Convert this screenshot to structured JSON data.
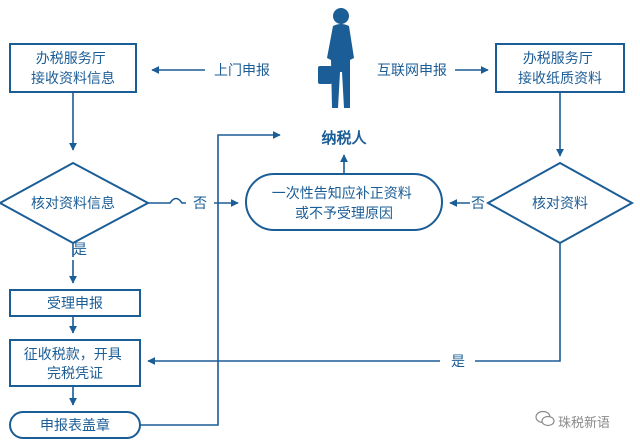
{
  "diagram": {
    "colors": {
      "primary": "#1b5d96",
      "fill": "#ffffff",
      "watermark": "#8a8a8a"
    },
    "icons": {
      "person": "taxpayer-silhouette-icon",
      "watermark": "wechat-icon"
    },
    "nodes": {
      "office_receive_info": [
        "办税服务厅",
        "接收资料信息"
      ],
      "office_receive_paper": [
        "办税服务厅",
        "接收纸质资料"
      ],
      "check_info": "核对资料信息",
      "check_materials": "核对资料",
      "notify": [
        "一次性告知应补正资料",
        "或不予受理原因"
      ],
      "taxpayer": "纳税人",
      "accept": "受理申报",
      "collect": [
        "征收税款，开具",
        "完税凭证"
      ],
      "stamp": "申报表盖章"
    },
    "edge_labels": {
      "onsite": "上门申报",
      "internet": "互联网申报",
      "no_left": "否",
      "no_right": "否",
      "yes_left": "是",
      "yes_right": "是"
    }
  },
  "watermark": {
    "text": "珠税新语"
  }
}
